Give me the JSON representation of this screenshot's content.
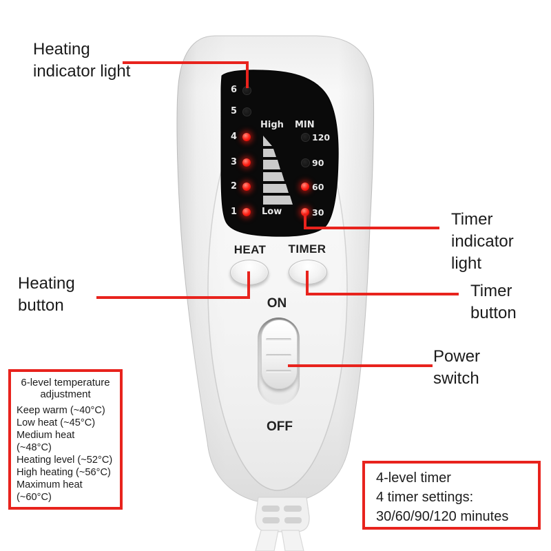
{
  "callouts": {
    "heating_indicator_light": "Heating indicator light",
    "heating_button": "Heating button",
    "timer_indicator_light": "Timer indicator light",
    "timer_button": "Timer button",
    "power_switch": "Power switch"
  },
  "device": {
    "heat_button_label": "HEAT",
    "timer_button_label": "TIMER",
    "power_on_label": "ON",
    "power_off_label": "OFF",
    "panel": {
      "high_label": "High",
      "low_label": "Low",
      "min_label": "MIN",
      "heat_levels": [
        {
          "label": "6",
          "on": false
        },
        {
          "label": "5",
          "on": false
        },
        {
          "label": "4",
          "on": true
        },
        {
          "label": "3",
          "on": true
        },
        {
          "label": "2",
          "on": true
        },
        {
          "label": "1",
          "on": true
        }
      ],
      "timer_levels": [
        {
          "label": "120",
          "on": false
        },
        {
          "label": "90",
          "on": false
        },
        {
          "label": "60",
          "on": true
        },
        {
          "label": "30",
          "on": true
        }
      ]
    }
  },
  "info_boxes": {
    "temperature": {
      "title": "6-level temperature adjustment",
      "lines": [
        "Keep warm (~40°C)",
        "Low heat (~45°C)",
        "Medium heat",
        "(~48°C)",
        "Heating level (~52°C)",
        "High heating (~56°C)",
        "Maximum heat",
        "(~60°C)"
      ]
    },
    "timer": {
      "lines": [
        "4-level timer",
        "4 timer settings:",
        "30/60/90/120 minutes"
      ]
    }
  },
  "colors": {
    "annotation_red": "#e8231d",
    "led_on_red": "#ff2015",
    "panel_black": "#0a0a0a"
  }
}
